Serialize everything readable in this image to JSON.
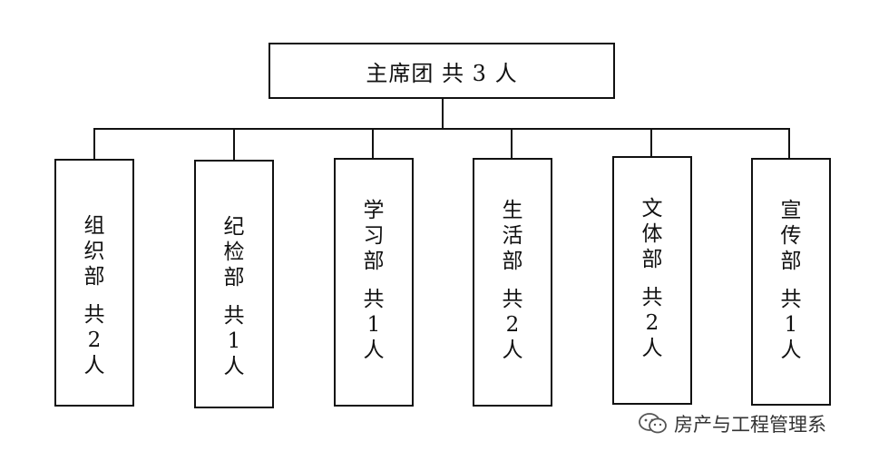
{
  "root": {
    "label": "主席团  共  3 人"
  },
  "departments": [
    {
      "name_chars": [
        "组",
        "织",
        "部"
      ],
      "count_chars": [
        "共",
        "2",
        "人"
      ]
    },
    {
      "name_chars": [
        "纪",
        "检",
        "部"
      ],
      "count_chars": [
        "共",
        "1",
        "人"
      ]
    },
    {
      "name_chars": [
        "学",
        "习",
        "部"
      ],
      "count_chars": [
        "共",
        "1",
        "人"
      ]
    },
    {
      "name_chars": [
        "生",
        "活",
        "部"
      ],
      "count_chars": [
        "共",
        "2",
        "人"
      ]
    },
    {
      "name_chars": [
        "文",
        "体",
        "部"
      ],
      "count_chars": [
        "共",
        "2",
        "人"
      ]
    },
    {
      "name_chars": [
        "宣",
        "传",
        "部"
      ],
      "count_chars": [
        "共",
        "1",
        "人"
      ]
    }
  ],
  "watermark": {
    "text": "房产与工程管理系",
    "icon": "wechat-icon"
  }
}
